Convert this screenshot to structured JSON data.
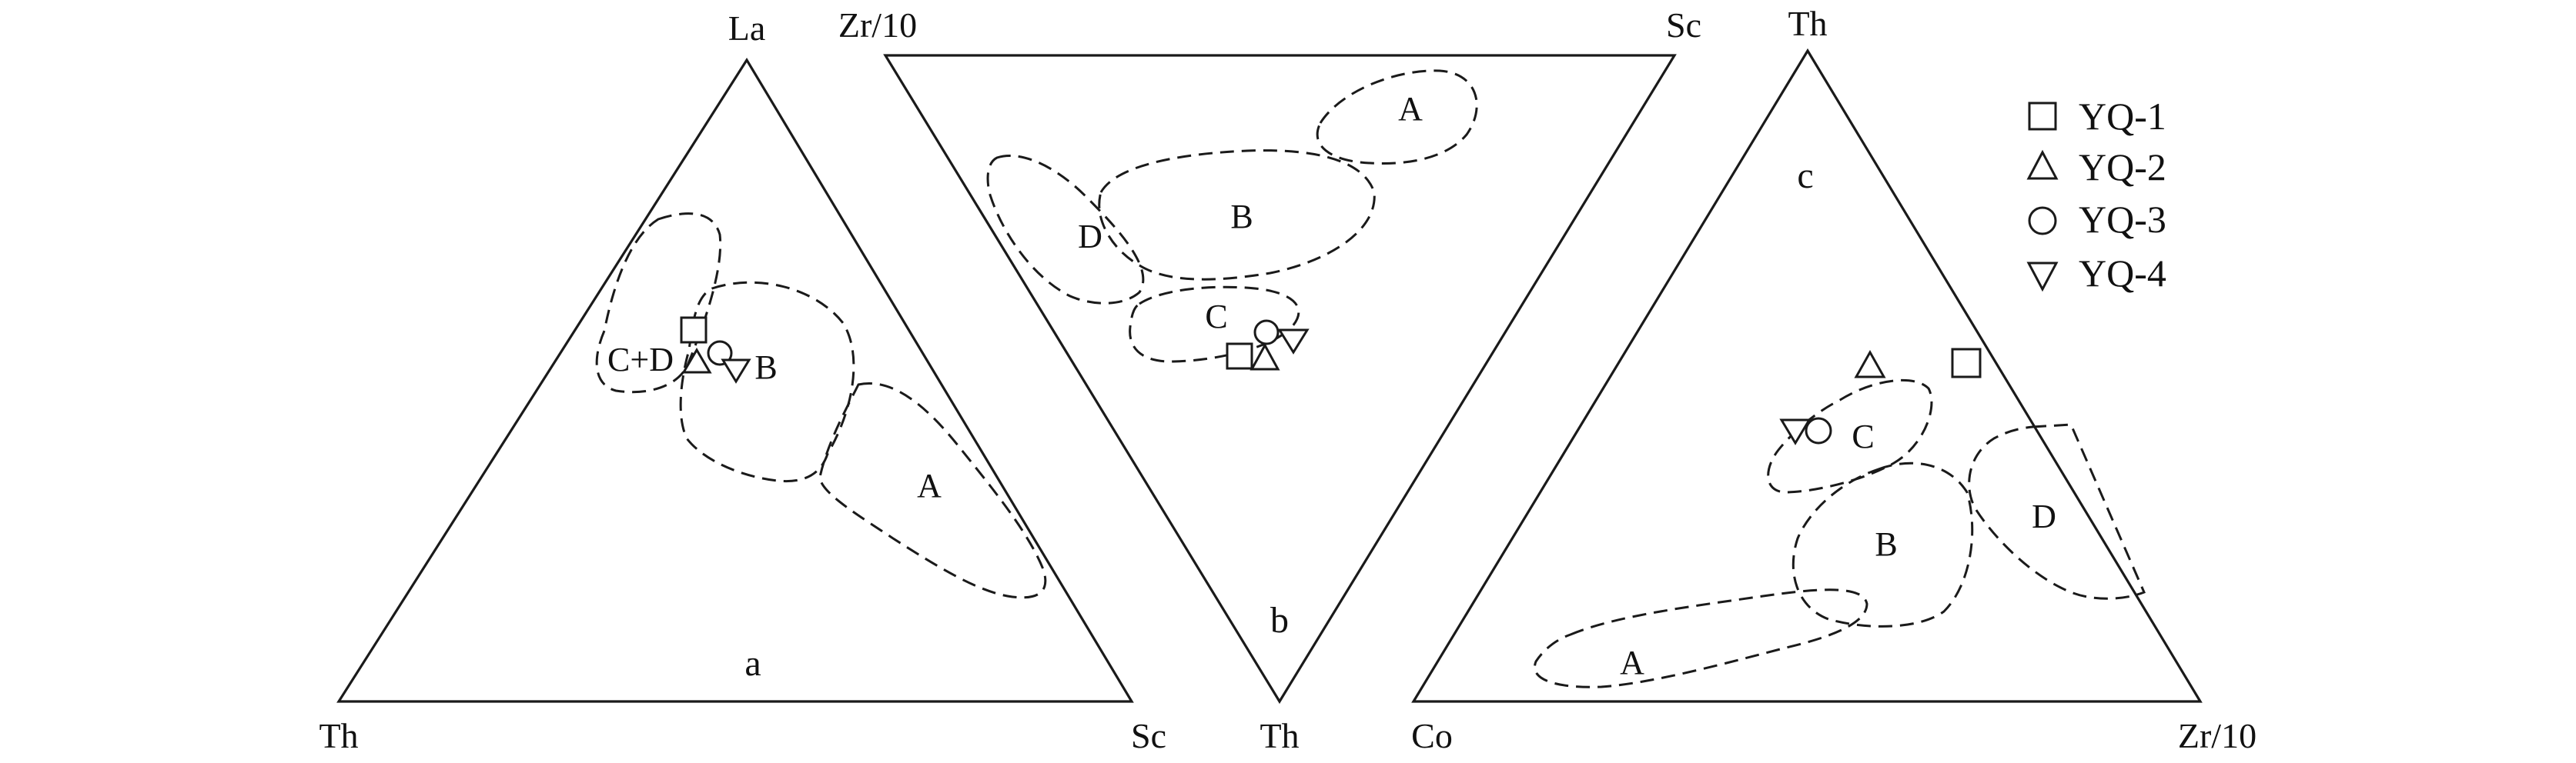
{
  "chart_data": [
    {
      "type": "scatter",
      "subtype": "ternary",
      "panel": "a",
      "vertices": {
        "top": "La",
        "bottom_left": "Th",
        "bottom_right": "Sc"
      },
      "regions": [
        "A",
        "B",
        "C+D"
      ],
      "points": [
        {
          "series": "YQ-1",
          "marker": "square"
        },
        {
          "series": "YQ-2",
          "marker": "triangle-up"
        },
        {
          "series": "YQ-3",
          "marker": "circle"
        },
        {
          "series": "YQ-4",
          "marker": "triangle-down"
        }
      ]
    },
    {
      "type": "scatter",
      "subtype": "ternary",
      "panel": "b",
      "vertices": {
        "top_left": "Zr/10",
        "top_right": "Sc",
        "bottom": "Th"
      },
      "regions": [
        "A",
        "B",
        "C",
        "D"
      ],
      "points": [
        {
          "series": "YQ-1",
          "marker": "square"
        },
        {
          "series": "YQ-2",
          "marker": "triangle-up"
        },
        {
          "series": "YQ-3",
          "marker": "circle"
        },
        {
          "series": "YQ-4",
          "marker": "triangle-down"
        }
      ]
    },
    {
      "type": "scatter",
      "subtype": "ternary",
      "panel": "c",
      "vertices": {
        "top": "Th",
        "bottom_left": "Co",
        "bottom_right": "Zr/10"
      },
      "regions": [
        "A",
        "B",
        "C",
        "D"
      ],
      "points": [
        {
          "series": "YQ-1",
          "marker": "square"
        },
        {
          "series": "YQ-2",
          "marker": "triangle-up"
        },
        {
          "series": "YQ-3",
          "marker": "circle"
        },
        {
          "series": "YQ-4",
          "marker": "triangle-down"
        }
      ]
    }
  ],
  "legend": {
    "placement": "top-right",
    "items": [
      {
        "label": "YQ-1",
        "marker": "square"
      },
      {
        "label": "YQ-2",
        "marker": "triangle-up"
      },
      {
        "label": "YQ-3",
        "marker": "circle"
      },
      {
        "label": "YQ-4",
        "marker": "triangle-down"
      }
    ]
  },
  "labels": {
    "a_top": "La",
    "a_left": "Th",
    "a_right": "Sc",
    "a_panel": "a",
    "a_region_A": "A",
    "a_region_B": "B",
    "a_region_CD": "C+D",
    "b_top_left": "Zr/10",
    "b_top_right": "Sc",
    "b_bottom": "Th",
    "b_panel": "b",
    "b_region_A": "A",
    "b_region_B": "B",
    "b_region_C": "C",
    "b_region_D": "D",
    "c_top": "Th",
    "c_left": "Co",
    "c_right": "Zr/10",
    "c_panel": "c",
    "c_region_A": "A",
    "c_region_B": "B",
    "c_region_C": "C",
    "c_region_D": "D"
  }
}
